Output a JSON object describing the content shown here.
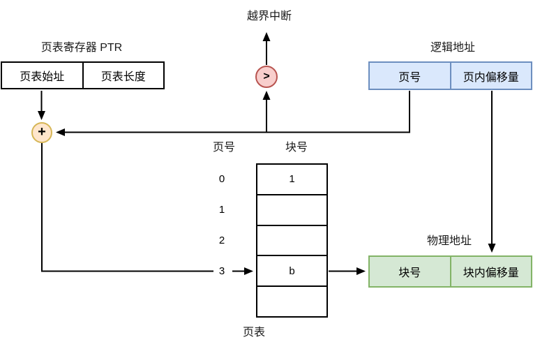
{
  "ptr_register": {
    "title": "页表寄存器 PTR",
    "cells": [
      "页表始址",
      "页表长度"
    ]
  },
  "logical_address": {
    "title": "逻辑地址",
    "cells": [
      "页号",
      "页内偏移量"
    ]
  },
  "physical_address": {
    "title": "物理地址",
    "cells": [
      "块号",
      "块内偏移量"
    ]
  },
  "interrupt": {
    "label": "越界中断"
  },
  "comparator": {
    "symbol": ">"
  },
  "adder": {
    "symbol": "+"
  },
  "page_table": {
    "caption": "页表",
    "headers": {
      "page": "页号",
      "block": "块号"
    },
    "rows": [
      {
        "index": "0",
        "value": "1"
      },
      {
        "index": "1",
        "value": ""
      },
      {
        "index": "2",
        "value": ""
      },
      {
        "index": "3",
        "value": "b"
      },
      {
        "index": "",
        "value": ""
      }
    ]
  },
  "colors": {
    "logical_fill": "#dae8fc",
    "logical_border": "#6c8ebf",
    "physical_fill": "#d5e8d4",
    "physical_border": "#82b366",
    "comparator_fill": "#f8cecc",
    "comparator_border": "#b85450",
    "adder_fill": "#ffe6cc",
    "adder_border": "#d6b656",
    "line": "#000000"
  }
}
